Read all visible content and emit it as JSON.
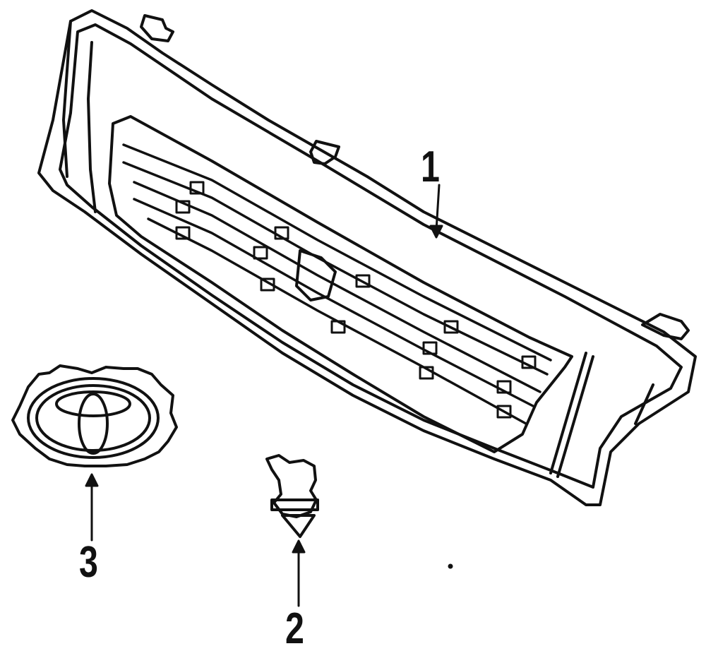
{
  "diagram": {
    "callouts": [
      {
        "number": "1",
        "part": "grille"
      },
      {
        "number": "2",
        "part": "clip"
      },
      {
        "number": "3",
        "part": "emblem"
      }
    ]
  },
  "colors": {
    "line": "#111111",
    "background": "#ffffff"
  }
}
